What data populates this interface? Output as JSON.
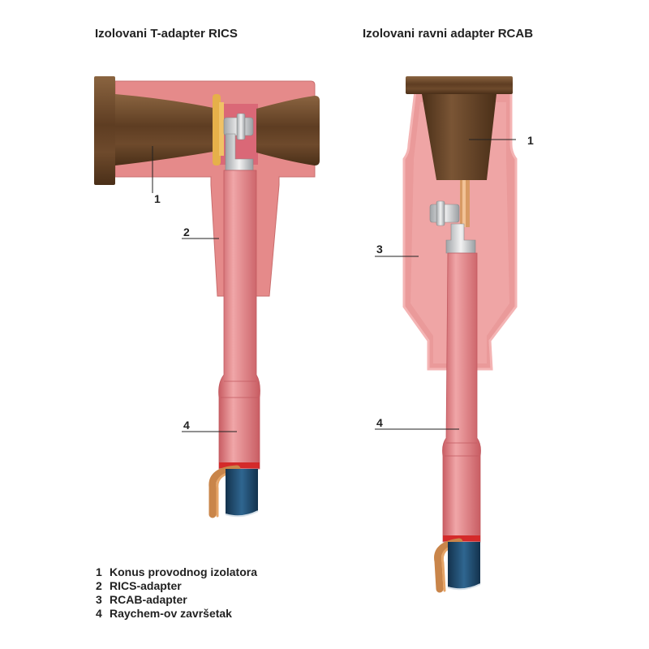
{
  "titles": {
    "left": "Izolovani T-adapter RICS",
    "right": "Izolovani ravni adapter RCAB"
  },
  "callouts": {
    "left": {
      "c1": "1",
      "c2": "2",
      "c4": "4"
    },
    "right": {
      "c1": "1",
      "c3": "3",
      "c4": "4"
    }
  },
  "legend": [
    {
      "num": "1",
      "label": "Konus provodnog izolatora"
    },
    {
      "num": "2",
      "label": "RICS-adapter"
    },
    {
      "num": "3",
      "label": "RCAB-adapter"
    },
    {
      "num": "4",
      "label": "Raychem-ov završetak"
    }
  ],
  "colors": {
    "insulation_pink": "#e08484",
    "bushing_brown": "#6e4a2c",
    "cable_core_blue": "#1f4a6e",
    "copper": "#c9854a",
    "seal_red": "#d42a2a"
  }
}
